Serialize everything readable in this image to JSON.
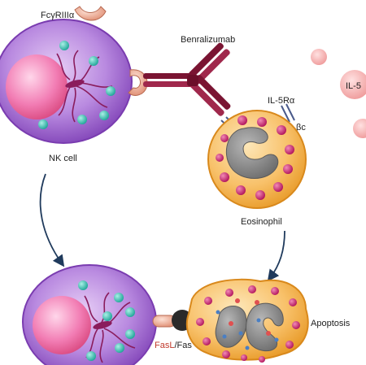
{
  "labels": {
    "receptor": "FcγRIIIα",
    "antibody": "Benralizumab",
    "il5_receptor": "IL-5Rα",
    "beta_c": "βc",
    "il5": "IL-5",
    "nk_cell": "NK cell",
    "eosinophil": "Eosinophil",
    "apoptosis": "Apoptosis",
    "fasl": "FasL",
    "slash": "/",
    "fas": "Fas"
  },
  "colors": {
    "nk_cell": "#9b59c9",
    "nk_nucleus": "#e8609a",
    "granule_teal": "#2ab3a8",
    "eosinophil": "#f5b347",
    "eos_nucleus": "#8a8a8a",
    "eos_granule": "#c2185b",
    "antibody": "#8b1a3a",
    "receptor": "#e8a08a",
    "il5": "#f4b0b0",
    "arrow": "#1f3a5c"
  }
}
